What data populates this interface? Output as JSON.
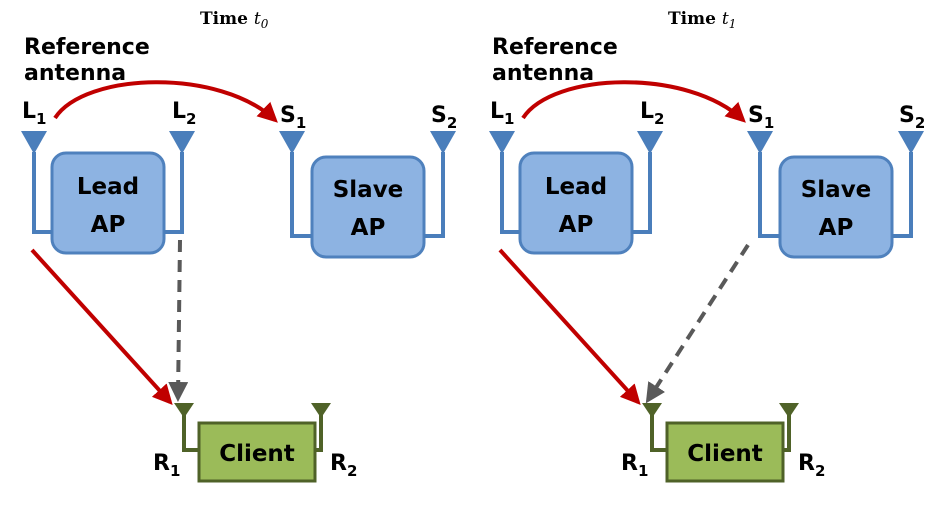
{
  "colors": {
    "ap_fill": "#8db3e2",
    "ap_stroke": "#4f81bd",
    "antenna_blue": "#4a7ebb",
    "client_fill": "#9bbb59",
    "client_stroke": "#4f6228",
    "antenna_green": "#4f6228",
    "reference_arrow": "#c00000",
    "channel_arrow": "#595959"
  },
  "panels": [
    {
      "time_word": "Time",
      "time_var": "t",
      "time_sub": "0",
      "reference_line1": "Reference",
      "reference_line2": "antenna",
      "lead_line1": "Lead",
      "lead_line2": "AP",
      "slave_line1": "Slave",
      "slave_line2": "AP",
      "client_label": "Client",
      "antennas": {
        "l1": {
          "letter": "L",
          "sub": "1"
        },
        "l2": {
          "letter": "L",
          "sub": "2"
        },
        "s1": {
          "letter": "S",
          "sub": "1"
        },
        "s2": {
          "letter": "S",
          "sub": "2"
        },
        "r1": {
          "letter": "R",
          "sub": "1"
        },
        "r2": {
          "letter": "R",
          "sub": "2"
        }
      },
      "dashed_from": "L2"
    },
    {
      "time_word": "Time",
      "time_var": "t",
      "time_sub": "1",
      "reference_line1": "Reference",
      "reference_line2": "antenna",
      "lead_line1": "Lead",
      "lead_line2": "AP",
      "slave_line1": "Slave",
      "slave_line2": "AP",
      "client_label": "Client",
      "antennas": {
        "l1": {
          "letter": "L",
          "sub": "1"
        },
        "l2": {
          "letter": "L",
          "sub": "2"
        },
        "s1": {
          "letter": "S",
          "sub": "1"
        },
        "s2": {
          "letter": "S",
          "sub": "2"
        },
        "r1": {
          "letter": "R",
          "sub": "1"
        },
        "r2": {
          "letter": "R",
          "sub": "2"
        }
      },
      "dashed_from": "S1"
    }
  ]
}
